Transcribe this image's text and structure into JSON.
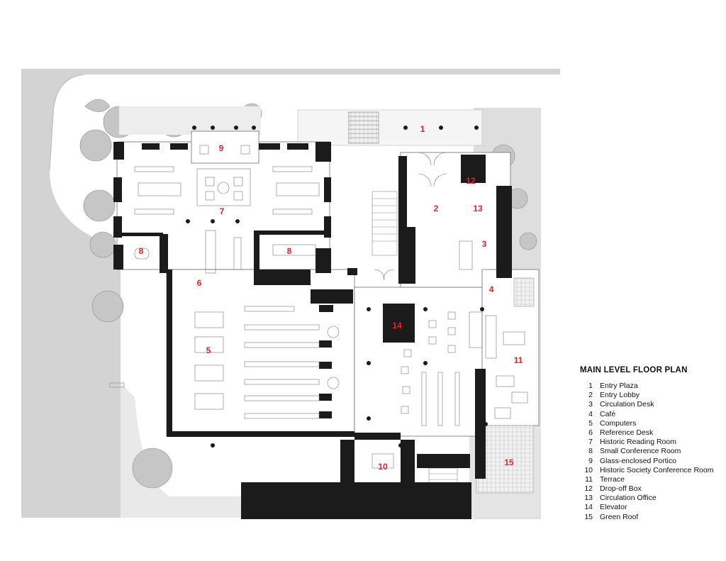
{
  "legend": {
    "title": "MAIN LEVEL FLOOR PLAN",
    "items": [
      {
        "num": "1",
        "label": "Entry Plaza"
      },
      {
        "num": "2",
        "label": "Entry Lobby"
      },
      {
        "num": "3",
        "label": "Circulation Desk"
      },
      {
        "num": "4",
        "label": "Café"
      },
      {
        "num": "5",
        "label": "Computers"
      },
      {
        "num": "6",
        "label": "Reference Desk"
      },
      {
        "num": "7",
        "label": "Historic Reading Room"
      },
      {
        "num": "8",
        "label": "Small Conference Room"
      },
      {
        "num": "9",
        "label": "Glass-enclosed Portico"
      },
      {
        "num": "10",
        "label": "Historic Society Conference Room"
      },
      {
        "num": "11",
        "label": "Terrace"
      },
      {
        "num": "12",
        "label": "Drop-off Box"
      },
      {
        "num": "13",
        "label": "Circulation Office"
      },
      {
        "num": "14",
        "label": "Elevator"
      },
      {
        "num": "15",
        "label": "Green Roof"
      }
    ]
  },
  "room_numbers": {
    "n1": "1",
    "n2": "2",
    "n3": "3",
    "n4": "4",
    "n5": "5",
    "n6": "6",
    "n7": "7",
    "n8a": "8",
    "n8b": "8",
    "n9": "9",
    "n10": "10",
    "n11": "11",
    "n12": "12",
    "n13": "13",
    "n14": "14",
    "n15": "15"
  },
  "colors": {
    "wall": "#1b1b1b",
    "site_grey": "#d3d3d3",
    "label_red": "#e0262b",
    "floor_line": "#9a9a9a"
  }
}
